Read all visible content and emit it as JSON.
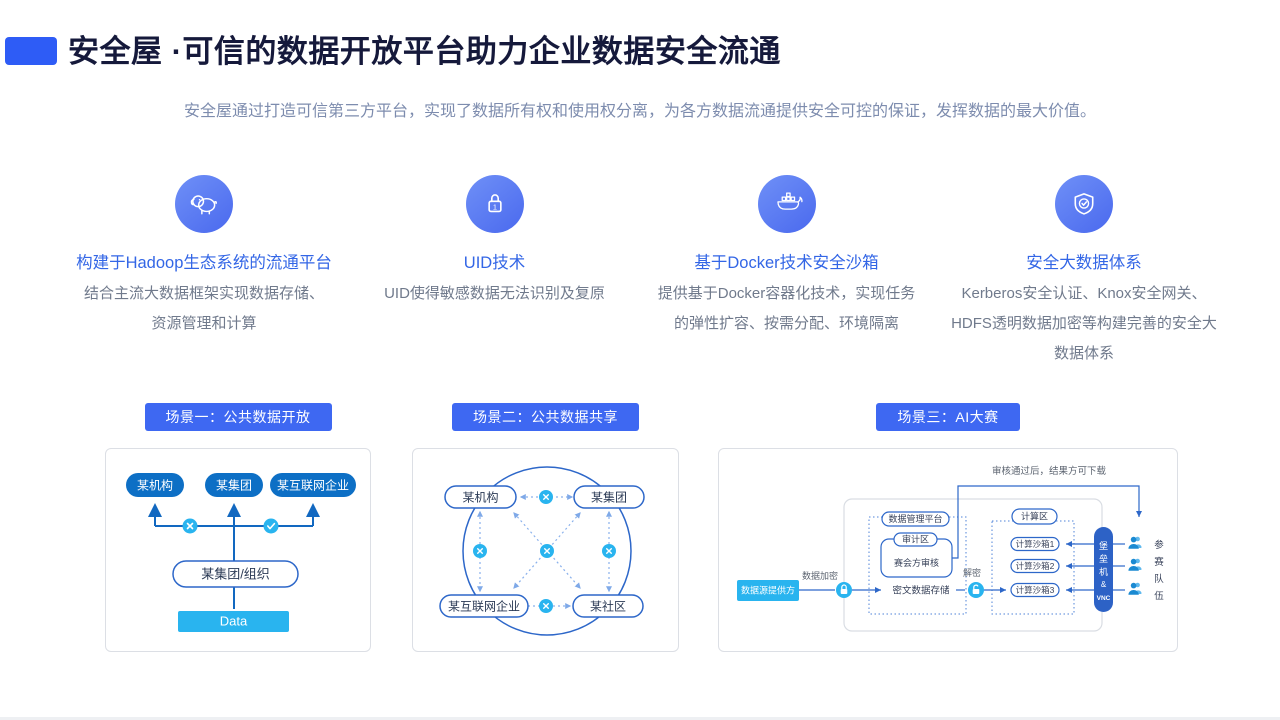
{
  "header": {
    "title": "安全屋 ·可信的数据开放平台助力企业数据安全流通",
    "subtitle": "安全屋通过打造可信第三方平台，实现了数据所有权和使用权分离，为各方数据流通提供安全可控的保证，发挥数据的最大价值。"
  },
  "features": [
    {
      "icon": "hadoop-elephant-icon",
      "title": "构建于Hadoop生态系统的流通平台",
      "desc": "结合主流大数据框架实现数据存储、资源管理和计算"
    },
    {
      "icon": "uid-lock-icon",
      "title": "UID技术",
      "desc": "UID使得敏感数据无法识别及复原"
    },
    {
      "icon": "docker-whale-icon",
      "title": "基于Docker技术安全沙箱",
      "desc": "提供基于Docker容器化技术，实现任务的弹性扩容、按需分配、环境隔离"
    },
    {
      "icon": "shield-check-icon",
      "title": "安全大数据体系",
      "desc": "Kerberos安全认证、Knox安全网关、HDFS透明数据加密等构建完善的安全大数据体系"
    }
  ],
  "scenarios": {
    "s1": {
      "badge": "场景一：公共数据开放",
      "nodes": {
        "org": "某机构",
        "group": "某集团",
        "internet": "某互联网企业",
        "owner": "某集团/组织",
        "data": "Data"
      }
    },
    "s2": {
      "badge": "场景二：公共数据共享",
      "nodes": {
        "org": "某机构",
        "group": "某集团",
        "internet": "某互联网企业",
        "community": "某社区"
      }
    },
    "s3": {
      "badge": "场景三：AI大赛",
      "annotation": "审核通过后，结果方可下载",
      "provider": "数据源提供方",
      "encrypt_label": "数据加密",
      "decrypt_label": "解密",
      "platform": "数据管理平台",
      "audit_zone": "审计区",
      "audit_review": "赛会方审核",
      "cipher_storage": "密文数据存储",
      "compute_zone": "计算区",
      "sandboxes": [
        "计算沙箱1",
        "计算沙箱2",
        "计算沙箱3"
      ],
      "bastion_chars": [
        "堡",
        "垒",
        "机",
        "&",
        "VNC"
      ],
      "team_chars": [
        "参",
        "赛",
        "队",
        "伍"
      ]
    }
  },
  "colors": {
    "accent_blue": "#2e5cf6",
    "badge_blue": "#3e68f2",
    "feature_title_blue": "#3366e6",
    "dark_pill_blue": "#0d6fc5",
    "cyan": "#29b4ef",
    "diagram_blue": "#2d67c9",
    "bastion_bar_blue": "#2d62c6",
    "title_navy": "#15193b"
  }
}
